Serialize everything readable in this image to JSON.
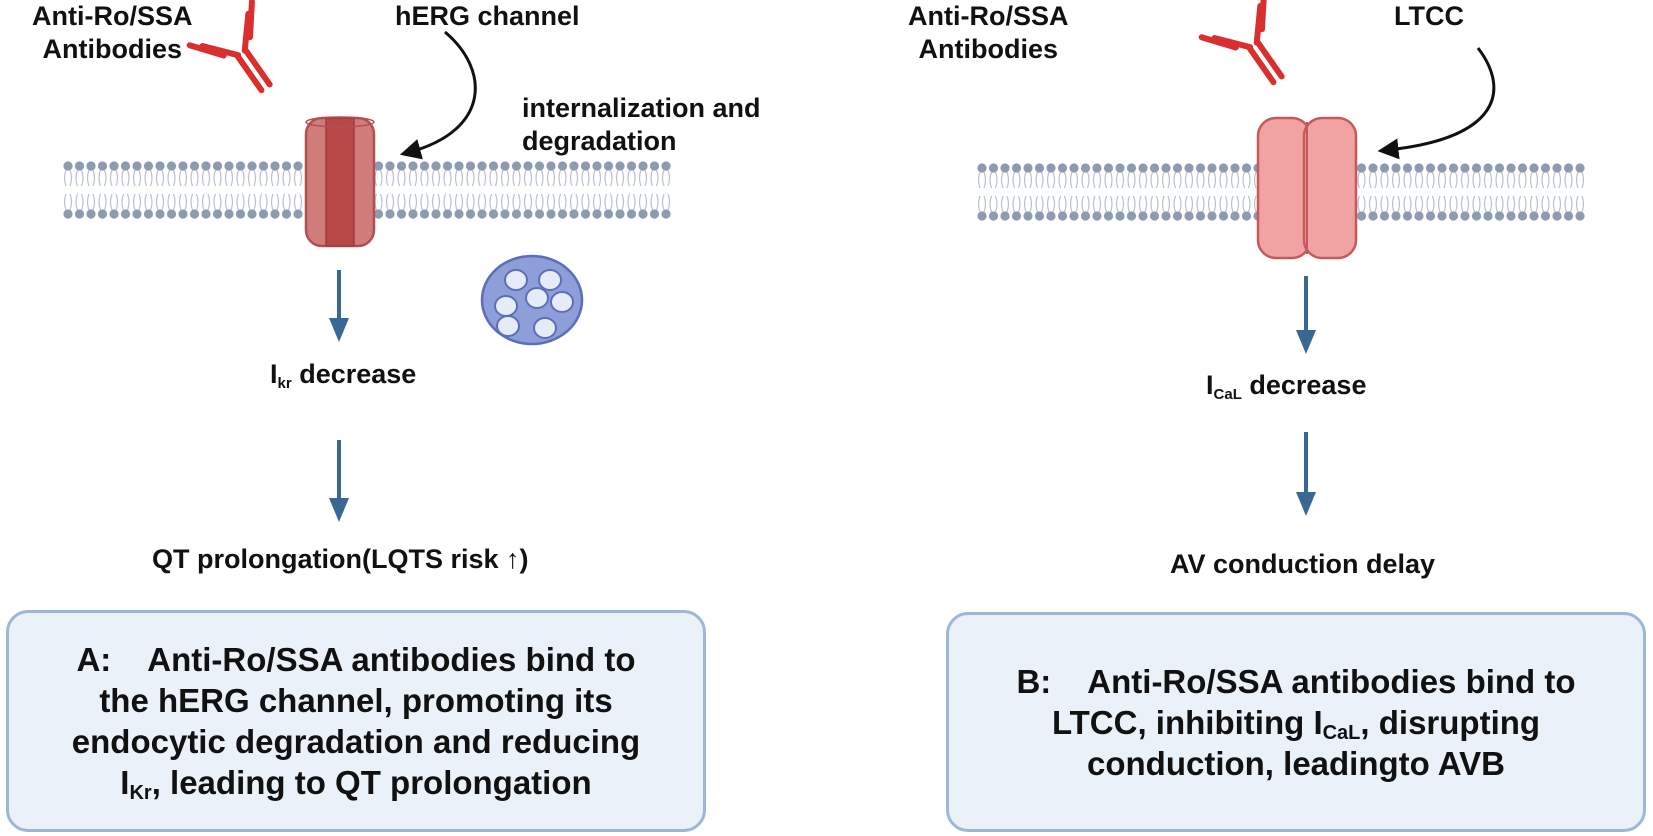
{
  "panel_a": {
    "antibody_label_line1": "Anti-Ro/SSA",
    "antibody_label_line2": "Antibodies",
    "channel_label": "hERG channel",
    "internalization_line1": "internalization and",
    "internalization_line2": "degradation",
    "current_symbol": "I",
    "current_subscript": "kr",
    "current_suffix": " decrease",
    "outcome": "QT prolongation(LQTS risk ↑)",
    "summary": {
      "tag": "A:",
      "line1": "Anti-Ro/SSA antibodies bind to",
      "line2": "the hERG channel, promoting its",
      "line3": "endocytic degradation and reducing",
      "line4_symbol": "I",
      "line4_subscript": "Kr",
      "line4_rest": ", leading to QT prolongation"
    }
  },
  "panel_b": {
    "antibody_label_line1": "Anti-Ro/SSA",
    "antibody_label_line2": "Antibodies",
    "channel_label": "LTCC",
    "current_symbol": "I",
    "current_subscript": "CaL",
    "current_suffix": " decrease",
    "outcome": "AV conduction delay",
    "summary": {
      "tag": "B:",
      "line1": "Anti-Ro/SSA antibodies bind to",
      "line2_prefix": "LTCC, inhibiting ",
      "line2_symbol": "I",
      "line2_subscript": "CaL",
      "line2_suffix": ", disrupting",
      "line3": "conduction, leadingto AVB"
    }
  },
  "colors": {
    "antibody": "#d9302f",
    "herg_channel": "#cf7d7b",
    "herg_channel_core": "#b84848",
    "ltcc_channel": "#f1a3a3",
    "membrane_head": "#8c9bb0",
    "flow_arrow": "#3a6894",
    "vesicle": "#8e9ed8",
    "summary_fill": "#eaf1f8",
    "summary_border": "#9fb7d6"
  },
  "icons": {
    "antibody": "antibody-icon",
    "vesicle": "endosome-icon"
  }
}
